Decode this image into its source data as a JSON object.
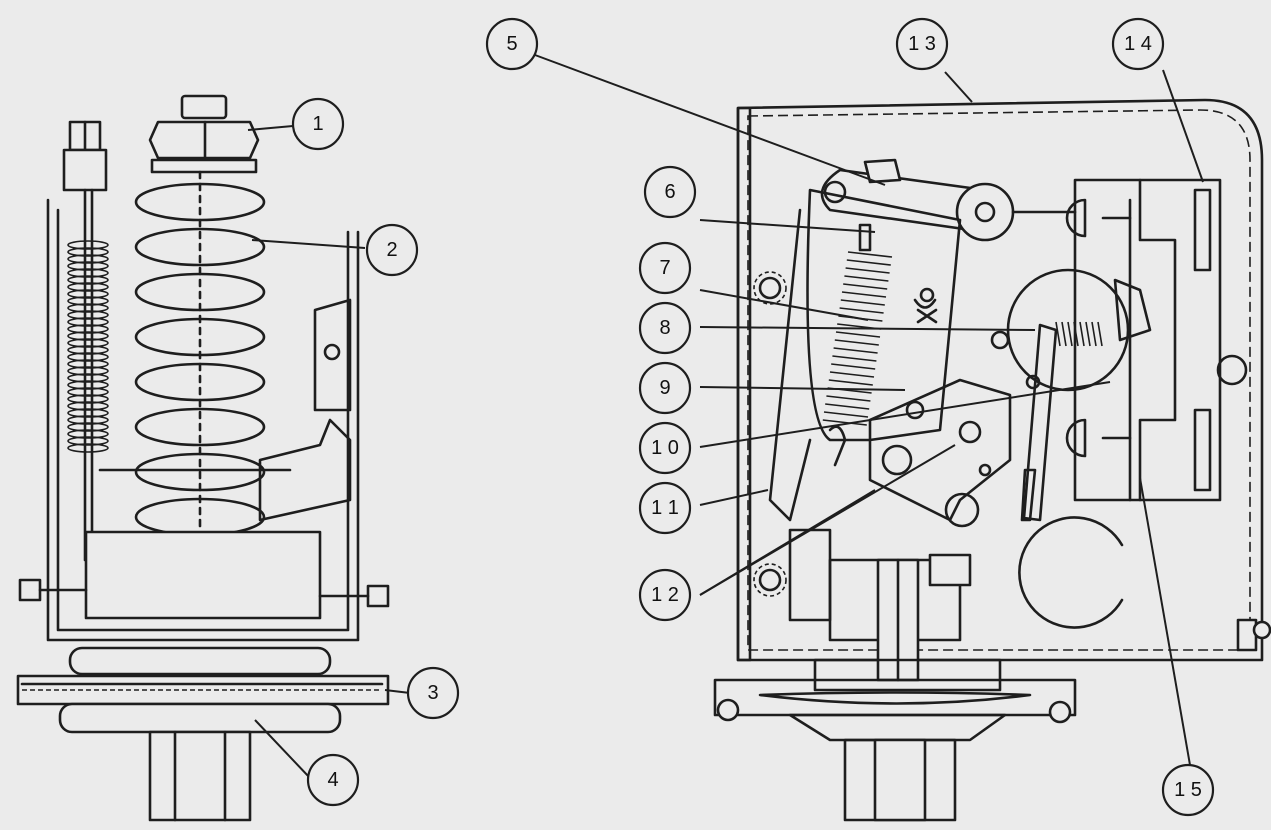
{
  "figure": {
    "views": [
      "side-view",
      "sectional-view"
    ]
  },
  "callouts": [
    {
      "id": "1",
      "label": "1"
    },
    {
      "id": "2",
      "label": "2"
    },
    {
      "id": "3",
      "label": "3"
    },
    {
      "id": "4",
      "label": "4"
    },
    {
      "id": "5",
      "label": "5"
    },
    {
      "id": "6",
      "label": "6"
    },
    {
      "id": "7",
      "label": "7"
    },
    {
      "id": "8",
      "label": "8"
    },
    {
      "id": "9",
      "label": "9"
    },
    {
      "id": "10",
      "label": "1 0"
    },
    {
      "id": "11",
      "label": "1 1"
    },
    {
      "id": "12",
      "label": "1 2"
    },
    {
      "id": "13",
      "label": "1 3"
    },
    {
      "id": "14",
      "label": "1 4"
    },
    {
      "id": "15",
      "label": "1 5"
    }
  ],
  "colors": {
    "background": "#ebebeb",
    "ink": "#1e1e1e"
  }
}
